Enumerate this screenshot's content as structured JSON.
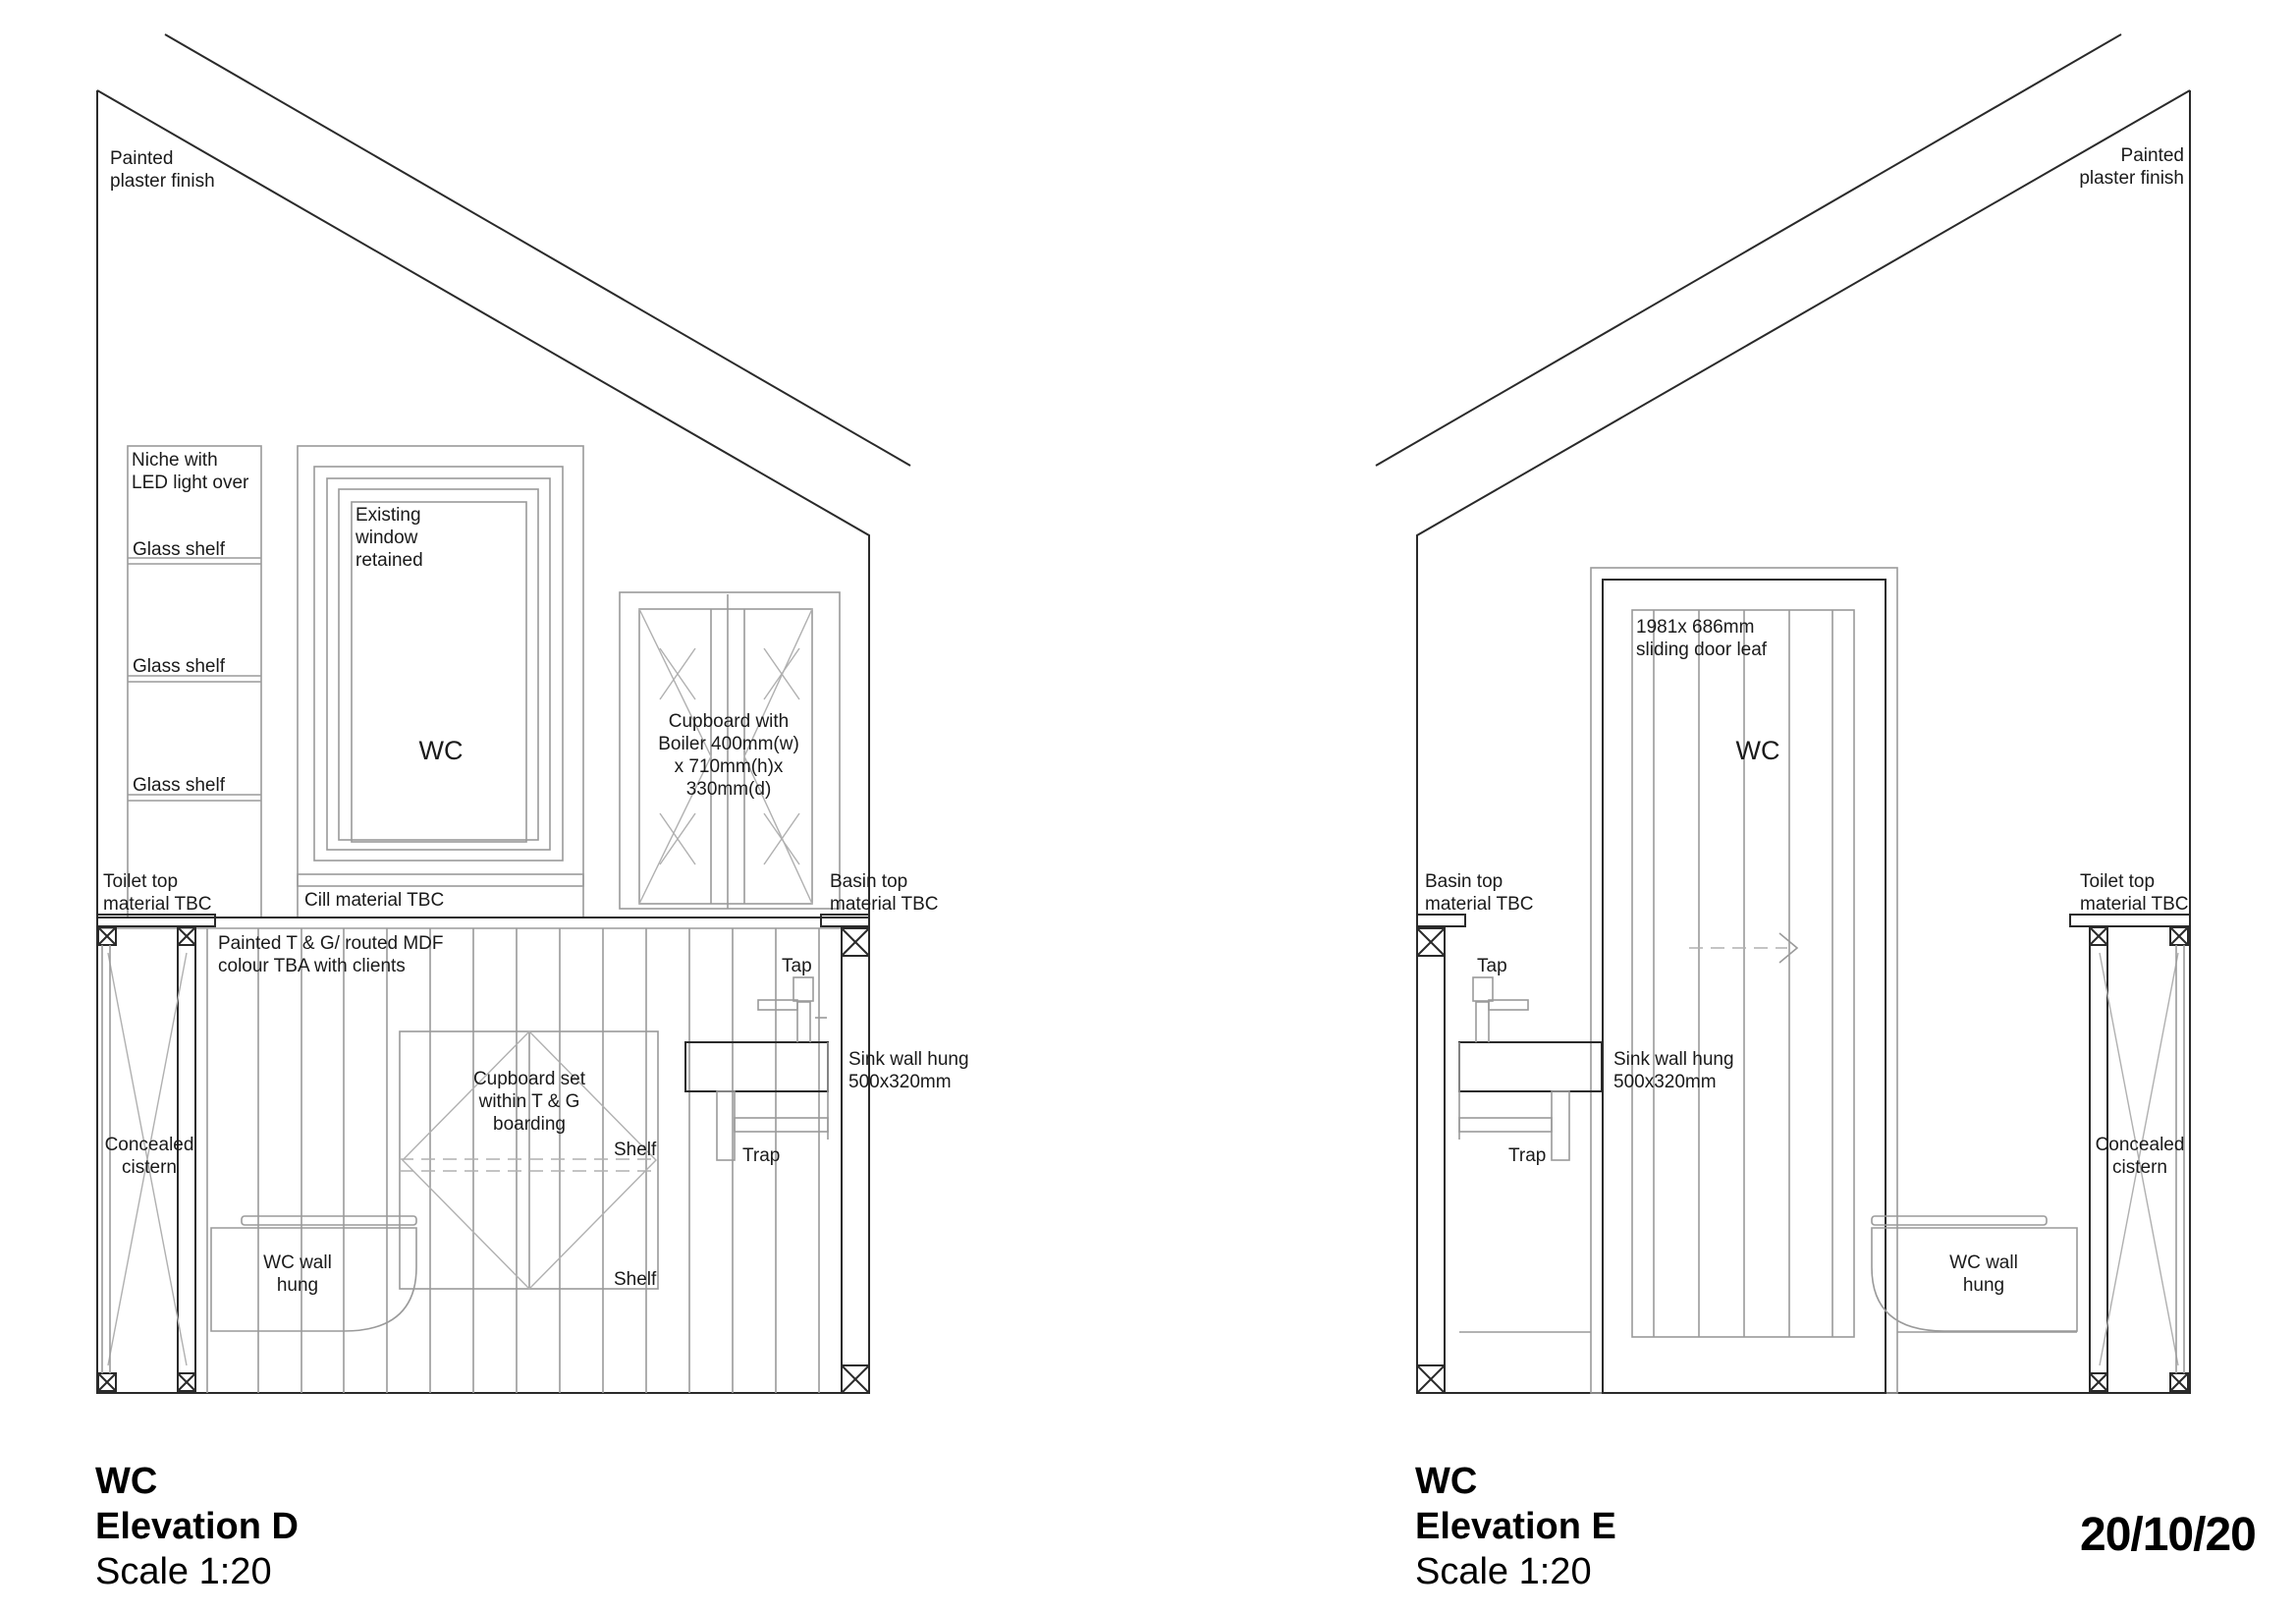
{
  "elevation_d": {
    "room_label": "WC",
    "title": "WC",
    "subtitle": "Elevation D",
    "scale": "Scale 1:20",
    "notes": {
      "plaster_1": "Painted",
      "plaster_2": "plaster finish",
      "niche_1": "Niche with",
      "niche_2": "LED light over",
      "glass_shelf_1": "Glass shelf",
      "glass_shelf_2": "Glass shelf",
      "glass_shelf_3": "Glass shelf",
      "window_1": "Existing",
      "window_2": "window",
      "window_3": "retained",
      "boiler_1": "Cupboard with",
      "boiler_2": "Boiler 400mm(w)",
      "boiler_3": "x 710mm(h)x",
      "boiler_4": "330mm(d)",
      "toilet_top_1": "Toilet top",
      "toilet_top_2": "material TBC",
      "cill": "Cill material TBC",
      "basin_top_1": "Basin top",
      "basin_top_2": "material TBC",
      "tg_1": "Painted T & G/ routed MDF",
      "tg_2": "colour TBA with clients",
      "tap": "Tap",
      "sink_1": "Sink wall hung",
      "sink_2": "500x320mm",
      "cupboard_1": "Cupboard set",
      "cupboard_2": "within T & G",
      "cupboard_3": "boarding",
      "shelf_1": "Shelf",
      "shelf_2": "Shelf",
      "trap": "Trap",
      "cistern_1": "Concealed",
      "cistern_2": "cistern",
      "wc_1": "WC wall",
      "wc_2": "hung"
    }
  },
  "elevation_e": {
    "room_label": "WC",
    "title": "WC",
    "subtitle": "Elevation E",
    "scale": "Scale 1:20",
    "notes": {
      "plaster_1": "Painted",
      "plaster_2": "plaster finish",
      "door_1": "1981x 686mm",
      "door_2": "sliding door leaf",
      "basin_top_1": "Basin top",
      "basin_top_2": "material TBC",
      "toilet_top_1": "Toilet top",
      "toilet_top_2": "material TBC",
      "tap": "Tap",
      "sink_1": "Sink wall hung",
      "sink_2": "500x320mm",
      "trap": "Trap",
      "cistern_1": "Concealed",
      "cistern_2": "cistern",
      "wc_1": "WC wall",
      "wc_2": "hung"
    }
  },
  "date": "20/10/20"
}
